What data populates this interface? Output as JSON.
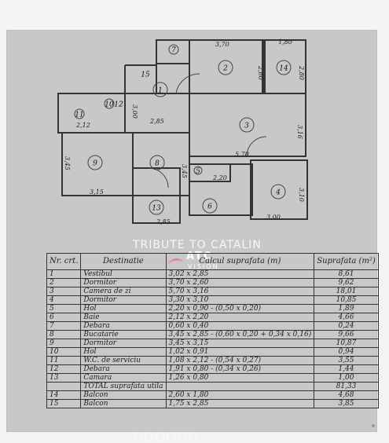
{
  "plan": {
    "rooms": [
      "1",
      "2",
      "3",
      "4",
      "5",
      "6",
      "7",
      "8",
      "9",
      "10",
      "11",
      "12",
      "13",
      "14",
      "15"
    ],
    "dims": [
      "3,70",
      "1,80",
      "2,60",
      "2,80",
      "2,85",
      "3,00",
      "2,12",
      "5,70",
      "3,16",
      "3,45",
      "3,15",
      "2,20",
      "3,10",
      "2,85",
      "3,00",
      "3,45"
    ]
  },
  "table": {
    "headers": [
      "Nr. crt.",
      "Destinatie",
      "Calcul suprafata (m)",
      "Suprafata (m²)"
    ],
    "rows": [
      [
        "1",
        "Vestibul",
        "3,02 x 2,85",
        "8,61"
      ],
      [
        "2",
        "Dormitor",
        "3,70 x 2,60",
        "9,62"
      ],
      [
        "3",
        "Camera de zi",
        "5,70 x 3,16",
        "18,01"
      ],
      [
        "4",
        "Dormitor",
        "3,30 x 3,10",
        "10,85"
      ],
      [
        "5",
        "Hol",
        "2,20 x 0,90 - (0,50 x 0,20)",
        "1,89"
      ],
      [
        "6",
        "Baie",
        "2,12 x 2,20",
        "4,66"
      ],
      [
        "7",
        "Debara",
        "0,60 x 0,40",
        "0,24"
      ],
      [
        "8",
        "Bucatarie",
        "3,45 x 2,85 - (0,60 x 0,20 + 0,34 x 0,16)",
        "9,66"
      ],
      [
        "9",
        "Dormitor",
        "3,45 x 3,15",
        "10,87"
      ],
      [
        "10",
        "Hol",
        "1,02 x 0,91",
        "0,94"
      ],
      [
        "11",
        "W.C. de serviciu",
        "1,08 x 2,12 - (0,54 x 0,27)",
        "3,55"
      ],
      [
        "12",
        "Debara",
        "1,91 x 0,80 - (0,34 x 0,26)",
        "1,44"
      ],
      [
        "13",
        "Camara",
        "1,26 x 0,80",
        "1,00"
      ],
      [
        "",
        "TOTAL suprafata utila",
        "",
        "81,33"
      ],
      [
        "14",
        "Balcon",
        "2,60 x 1,80",
        "4,68"
      ],
      [
        "15",
        "Balcon",
        "1,75 x 2,85",
        "3,85"
      ]
    ]
  },
  "watermark": {
    "text": "TRIBUTE TO CATALIN",
    "logo": "ATC",
    "sub": "VISION"
  },
  "dots": "○○○○○○"
}
